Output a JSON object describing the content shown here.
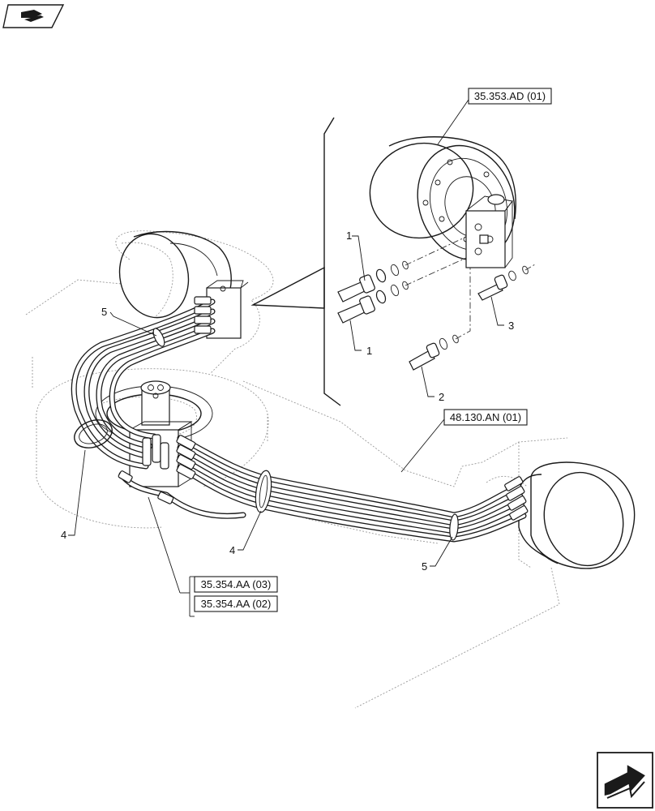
{
  "diagram": {
    "callouts": [
      {
        "id": "c1a",
        "label": "1"
      },
      {
        "id": "c1b",
        "label": "1"
      },
      {
        "id": "c2",
        "label": "2"
      },
      {
        "id": "c3",
        "label": "3"
      },
      {
        "id": "c4a",
        "label": "4"
      },
      {
        "id": "c4b",
        "label": "4"
      },
      {
        "id": "c5a",
        "label": "5"
      },
      {
        "id": "c5b",
        "label": "5"
      }
    ],
    "references": [
      {
        "id": "r1",
        "text": "35.353.AD (01)"
      },
      {
        "id": "r2",
        "text": "48.130.AN (01)"
      },
      {
        "id": "r3",
        "text": "35.354.AA (03)"
      },
      {
        "id": "r4",
        "text": "35.354.AA (02)"
      }
    ],
    "icons": {
      "corner": "book-page-icon",
      "nav": "next-page-arrow-icon"
    }
  }
}
